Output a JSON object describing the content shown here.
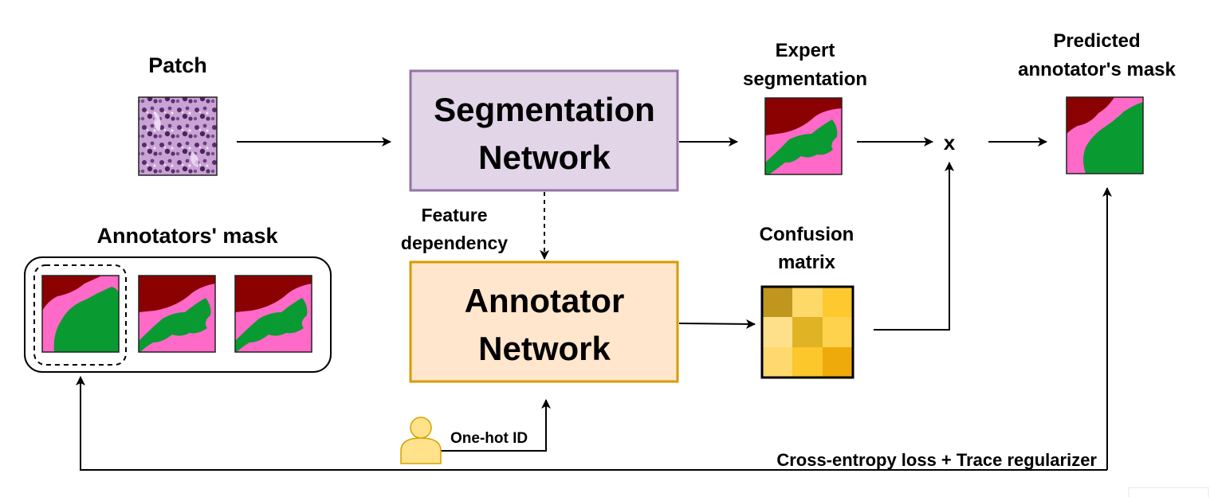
{
  "labels": {
    "patch": "Patch",
    "annotators_mask": "Annotators' mask",
    "segmentation_network": [
      "Segmentation",
      "Network"
    ],
    "annotator_network": [
      "Annotator",
      "Network"
    ],
    "feature_dependency": [
      "Feature",
      "dependency"
    ],
    "expert_segmentation": [
      "Expert",
      "segmentation"
    ],
    "confusion_matrix": [
      "Confusion",
      "matrix"
    ],
    "predicted_mask": [
      "Predicted",
      "annotator's mask"
    ],
    "multiply": "x",
    "one_hot_id": "One-hot ID",
    "loss": "Cross-entropy loss + Trace regularizer"
  },
  "colors": {
    "segmentation_fill": "#e1d5e7",
    "segmentation_stroke": "#9673a6",
    "annotator_fill": "#ffe6cc",
    "annotator_stroke": "#d79b00",
    "mask_dark_red": "#8b0000",
    "mask_pink": "#ff69c8",
    "mask_green": "#0a9a32",
    "patch_purple": "#b58fc4"
  },
  "confusion_matrix_colors": [
    [
      "#c0961e",
      "#ffd86a",
      "#fdc92e"
    ],
    [
      "#ffe08a",
      "#e0b325",
      "#ffd24d"
    ],
    [
      "#ffd86e",
      "#fcc72a",
      "#eeaa0a"
    ]
  ],
  "icons": {
    "person": "user-icon",
    "tissue_patch": "histology-patch-image"
  }
}
